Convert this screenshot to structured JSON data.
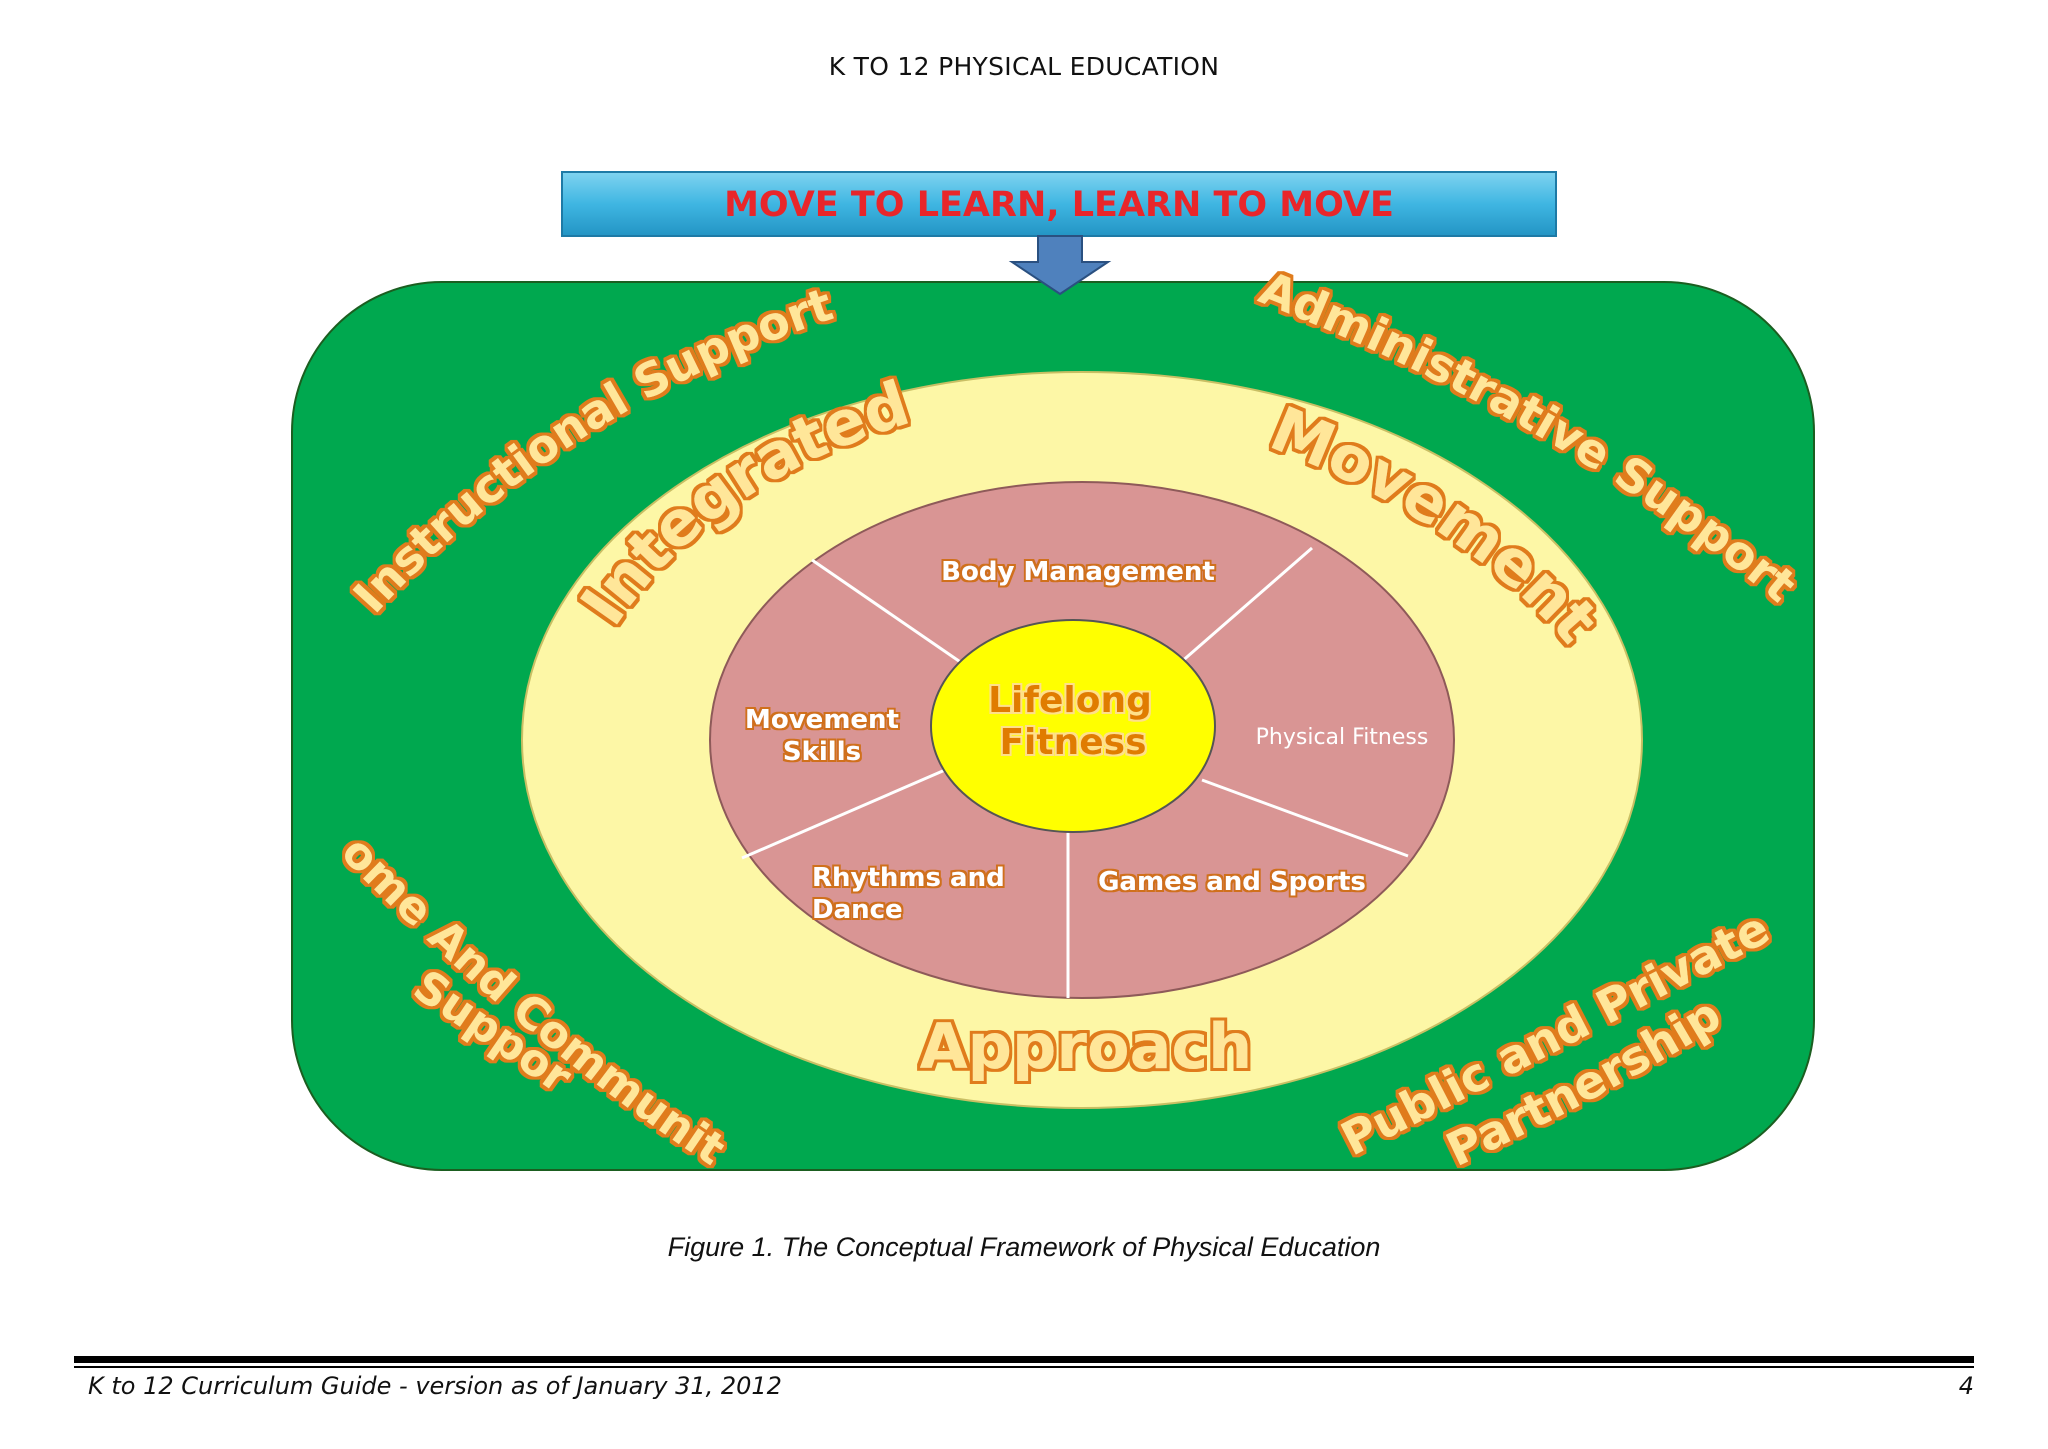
{
  "header": {
    "title": "K TO 12 PHYSICAL EDUCATION"
  },
  "diagram": {
    "banner": "MOVE TO LEARN, LEARN TO MOVE",
    "outer": {
      "top_left": "Instructional Support",
      "top_right": "Administrative Support",
      "bottom_left_1": "Home And Community",
      "bottom_left_2": "Support",
      "bottom_right_1": "Public and Private",
      "bottom_right_2": "Partnership"
    },
    "ring": {
      "word1": "Integrated",
      "word2": "Movement",
      "word3": "Approach"
    },
    "segments": {
      "top": "Body Management",
      "left_1": "Movement",
      "left_2": "Skills",
      "right": "Physical Fitness",
      "bottom_left_1": "Rhythms and",
      "bottom_left_2": "Dance",
      "bottom_right": "Games and Sports"
    },
    "center_1": "Lifelong",
    "center_2": "Fitness",
    "colors": {
      "outer_green": "#00a84f",
      "ring_yellow": "#fdf7a6",
      "segment_rose": "#d99594",
      "center_yellow": "#ffff00",
      "banner_blue": "#3fb6e2",
      "banner_text_red": "#e8262a",
      "arrow_blue": "#4f81bd",
      "ring_text": "#ffe699"
    }
  },
  "caption": "Figure 1. The Conceptual Framework of Physical Education",
  "footer": {
    "left": "K to 12 Curriculum Guide  - version as of January 31, 2012",
    "page_number": "4"
  }
}
